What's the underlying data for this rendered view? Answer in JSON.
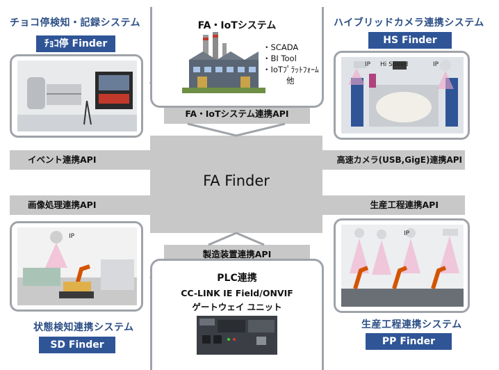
{
  "top_left": {
    "heading": "チョコ停検知・記録システム",
    "badge": "ﾁｮｺ停 Finder"
  },
  "top_right": {
    "heading": "ハイブリッドカメラ連携システム",
    "badge": "HS Finder",
    "label_ip": "IP",
    "label_hispeed": "Hi Speed"
  },
  "bottom_left": {
    "heading": "状態検知連携システム",
    "badge": "SD Finder",
    "label_ip": "IP"
  },
  "bottom_right": {
    "heading": "生産工程連携システム",
    "badge": "PP Finder",
    "label_ip": "IP"
  },
  "top_center": {
    "title": "FA・IoTシステム",
    "bullets": [
      "・SCADA",
      "・BI Tool",
      "・IoTﾌﾟﾗｯﾄﾌｫｰﾑ",
      "他"
    ]
  },
  "bottom_center": {
    "title": "PLC連携",
    "line1": "CC-LINK IE Field/ONVIF",
    "line2": "ゲートウェイ ユニット"
  },
  "center_label": "FA Finder",
  "api": {
    "fa_iot": "FA・IoTシステム連携API",
    "event": "イベント連携API",
    "camera": "高速カメラ(USB,GigE)連携API",
    "image": "画像処理連携API",
    "process": "生産工程連携API",
    "equipment": "製造装置連携API"
  }
}
